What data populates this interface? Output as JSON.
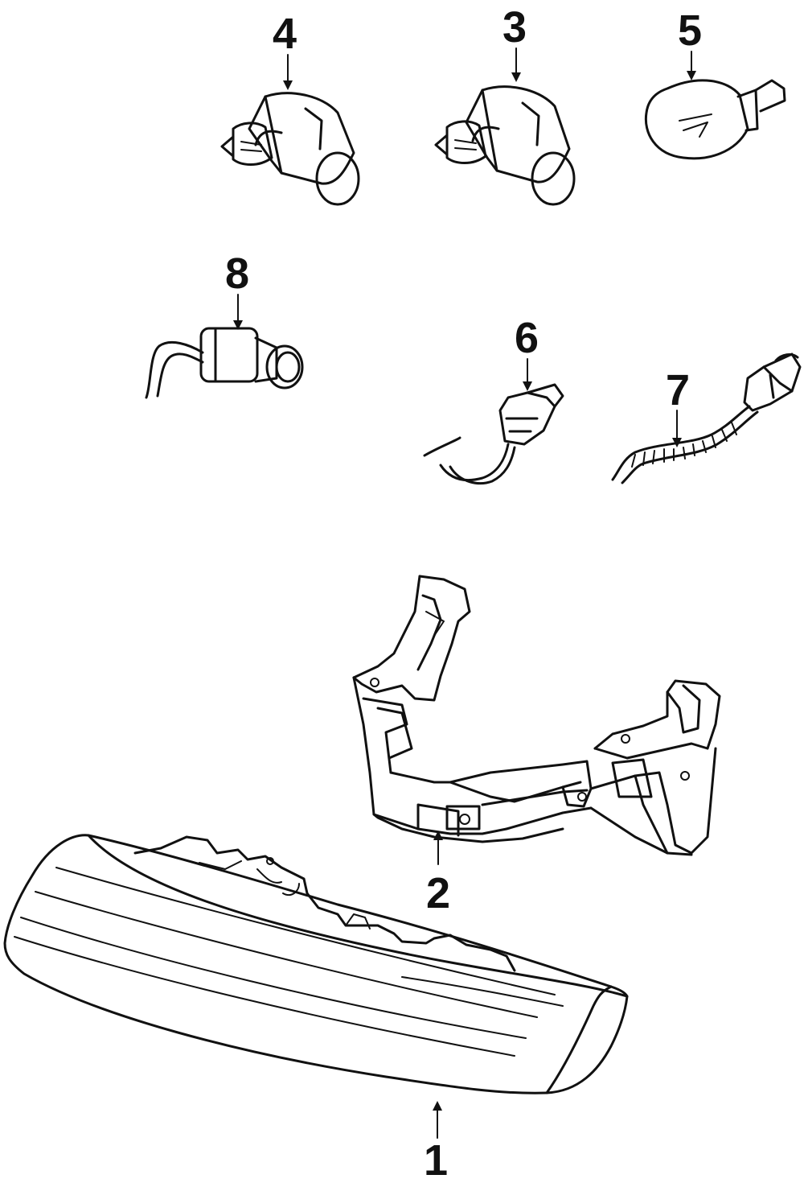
{
  "parts": [
    {
      "id": "headlamp-assembly",
      "callout": "1"
    },
    {
      "id": "mounting-bracket",
      "callout": "2"
    },
    {
      "id": "low-beam-bulb",
      "callout": "3"
    },
    {
      "id": "high-beam-bulb",
      "callout": "4"
    },
    {
      "id": "park-bulb",
      "callout": "5"
    },
    {
      "id": "turn-signal-socket",
      "callout": "6"
    },
    {
      "id": "side-marker-socket-harness",
      "callout": "7"
    },
    {
      "id": "headlamp-socket",
      "callout": "8"
    }
  ]
}
